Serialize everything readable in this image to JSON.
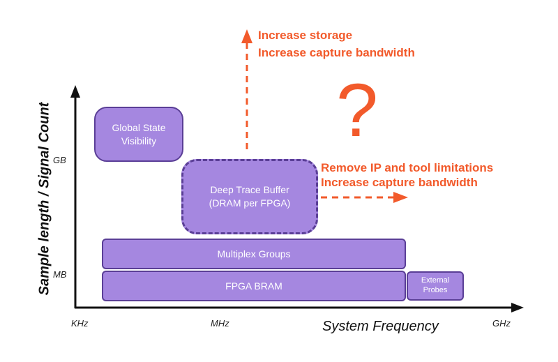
{
  "axes": {
    "y_label": "Sample length / Signal Count",
    "x_label": "System Frequency",
    "y_ticks": [
      "GB",
      "MB"
    ],
    "x_ticks": [
      "KHz",
      "MHz",
      "GHz"
    ]
  },
  "boxes": {
    "global_state": "Global State\nVisibility",
    "deep_trace": "Deep Trace Buffer\n(DRAM per FPGA)",
    "multiplex": "Multiplex Groups",
    "fpga_bram": "FPGA BRAM",
    "external_probes": "External\nProbes"
  },
  "annotations": {
    "up_line1": "Increase storage",
    "up_line2": "Increase capture bandwidth",
    "right_line1": "Remove IP and tool limitations",
    "right_line2": "Increase capture bandwidth",
    "question": "?"
  },
  "colors": {
    "box_fill": "#a587e0",
    "box_border": "#5a3e96",
    "accent": "#f25a2b",
    "axis": "#111111"
  }
}
